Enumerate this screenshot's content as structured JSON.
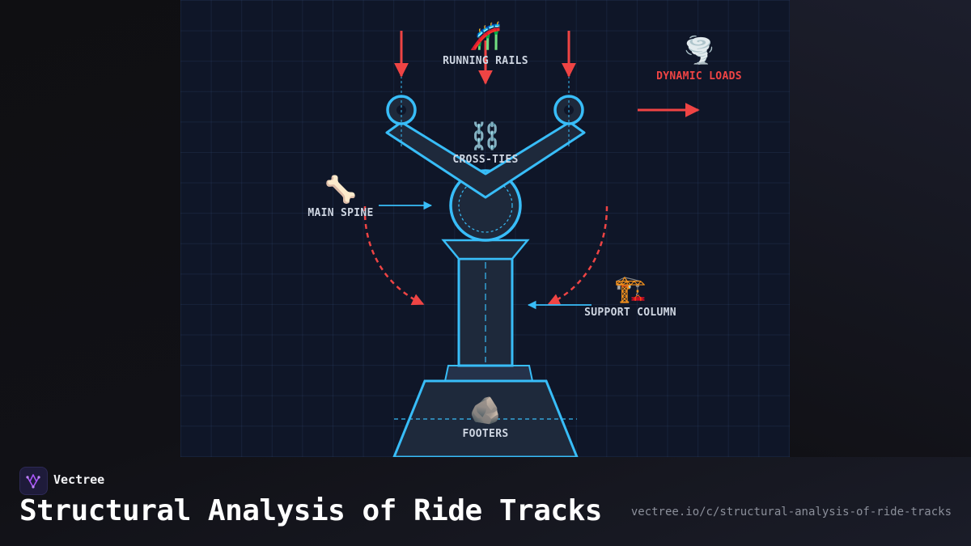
{
  "diagram": {
    "labels": {
      "running_rails": "RUNNING RAILS",
      "dynamic_loads": "DYNAMIC LOADS",
      "cross_ties": "CROSS-TIES",
      "main_spine": "MAIN SPINE",
      "support_column": "SUPPORT COLUMN",
      "footers": "FOOTERS"
    },
    "icons": {
      "running_rails": "🎢",
      "dynamic_loads": "🌪️",
      "cross_ties": "⛓️",
      "main_spine": "🦴",
      "support_column": "🏗️",
      "footers": "🪨"
    },
    "colors": {
      "structure": "#38bdf8",
      "load_arrows": "#ef4444",
      "panel_bg": "#0f1628"
    }
  },
  "footer": {
    "brand": "Vectree",
    "title": "Structural Analysis of Ride Tracks",
    "url": "vectree.io/c/structural-analysis-of-ride-tracks"
  }
}
